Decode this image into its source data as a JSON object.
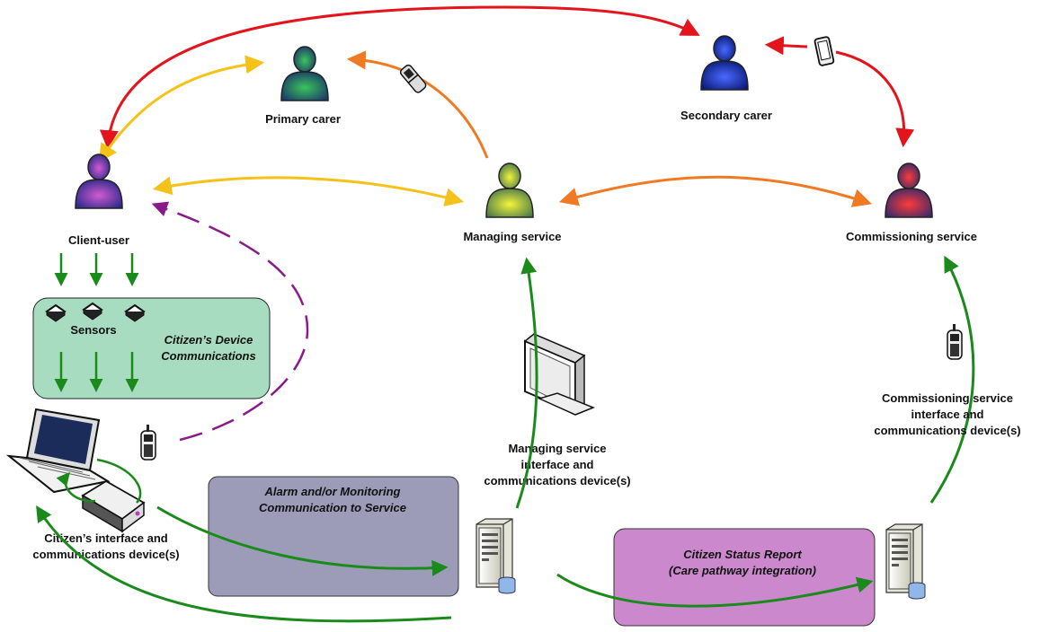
{
  "colors": {
    "link_red": "#e3141b",
    "link_yellow": "#f5c21b",
    "link_orange": "#f07a22",
    "flow_green": "#1a8a1a",
    "feedback_purple": "#8a1a8a",
    "device_box": "#a8dcc0",
    "alarm_box": "#9c9cb8",
    "status_box": "#cc88cc",
    "client_user": "#8a2a8a",
    "primary_carer": "#2a9a4a",
    "secondary_carer": "#2a44e0",
    "managing_service": "#d8e030",
    "commissioning_service": "#e02a2a"
  },
  "actors": {
    "client_user": "Client-user",
    "primary_carer": "Primary carer",
    "secondary_carer": "Secondary carer",
    "managing_service": "Managing service",
    "commissioning_service": "Commissioning service"
  },
  "boxes": {
    "device_comms": [
      "Citizen’s Device",
      "Communications"
    ],
    "sensors": "Sensors",
    "alarm": [
      "Alarm and/or Monitoring",
      "Communication to Service"
    ],
    "status": [
      "Citizen Status Report",
      "(Care pathway integration)"
    ]
  },
  "device_labels": {
    "citizen": [
      "Citizen’s interface and",
      "communications device(s)"
    ],
    "managing": [
      "Managing service",
      "interface and",
      "communications device(s)"
    ],
    "commissioning": [
      "Commissioning service",
      "interface and",
      "communications device(s)"
    ]
  },
  "icons": [
    "person-icon",
    "mobile-phone-icon",
    "sensor-icon",
    "laptop-icon",
    "monitor-icon",
    "server-icon",
    "hub-icon"
  ]
}
